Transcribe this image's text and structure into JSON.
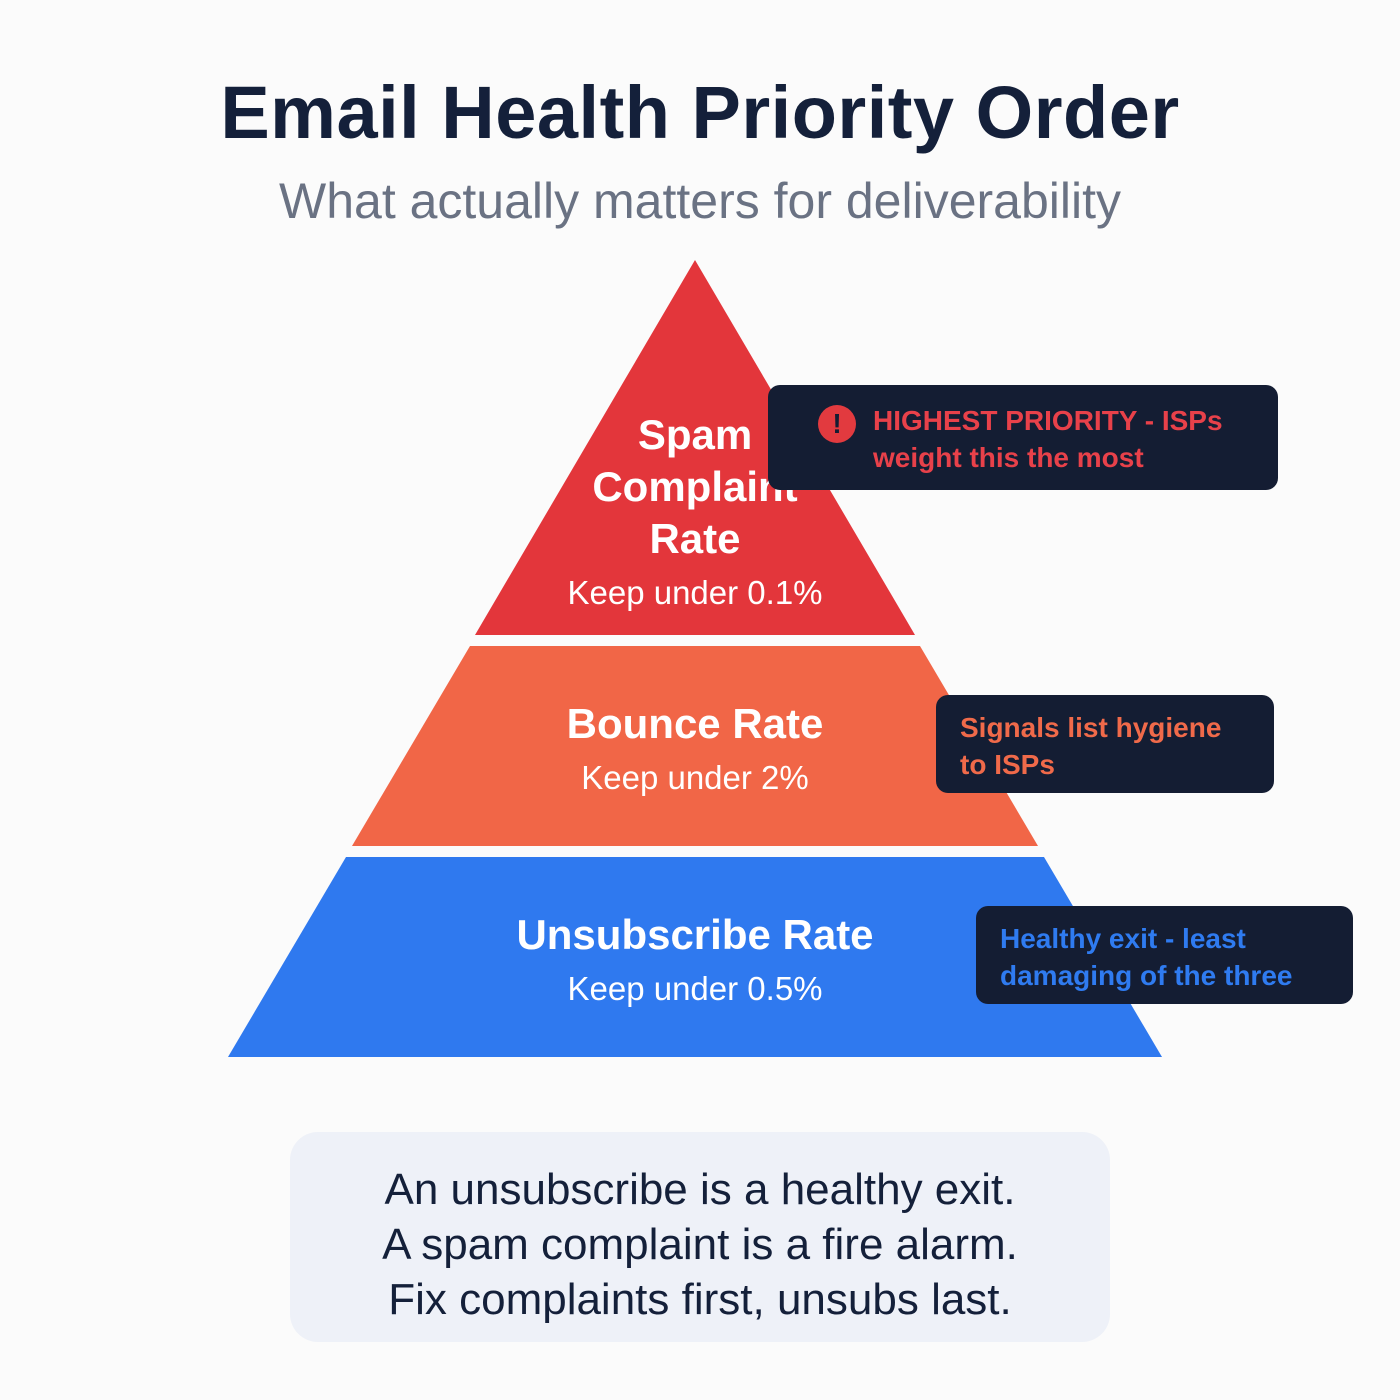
{
  "header": {
    "title": "Email Health Priority Order",
    "subtitle": "What actually matters for deliverability"
  },
  "tiers": [
    {
      "title_lines": [
        "Spam",
        "Complaint",
        "Rate"
      ],
      "subtitle": "Keep under 0.1%",
      "color": "#e3363b"
    },
    {
      "title_lines": [
        "Bounce Rate"
      ],
      "subtitle": "Keep under 2%",
      "color": "#f16647"
    },
    {
      "title_lines": [
        "Unsubscribe Rate"
      ],
      "subtitle": "Keep under 0.5%",
      "color": "#2f79ef"
    }
  ],
  "callouts": [
    {
      "icon": "exclamation-icon",
      "icon_glyph": "!",
      "lines": [
        "HIGHEST PRIORITY - ISPs",
        "weight this the most"
      ],
      "color": "#e8414a"
    },
    {
      "lines": [
        "Signals list hygiene",
        "to ISPs"
      ],
      "color": "#f06a4a"
    },
    {
      "lines": [
        "Healthy exit - least",
        "damaging of the three"
      ],
      "color": "#2f7bf0"
    }
  ],
  "footer": {
    "lines": [
      "An unsubscribe is a healthy exit.",
      "A spam complaint is a fire alarm.",
      "Fix complaints first, unsubs last."
    ]
  },
  "colors": {
    "background": "#fbfbfb",
    "title": "#14203a",
    "subtitle": "#6a7283",
    "callout_bg": "#141d33",
    "note_bg": "#eef1f8"
  }
}
